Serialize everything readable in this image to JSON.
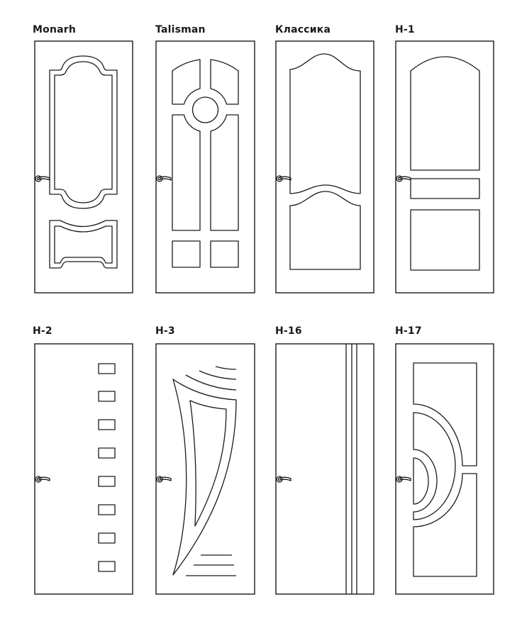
{
  "doors": [
    {
      "name": "Monarh"
    },
    {
      "name": "Talisman"
    },
    {
      "name": "Классика"
    },
    {
      "name": "H-1"
    },
    {
      "name": "H-2"
    },
    {
      "name": "H-3"
    },
    {
      "name": "H-16"
    },
    {
      "name": "H-17"
    }
  ],
  "colors": {
    "line": "#1a1a1a",
    "background": "#ffffff"
  }
}
